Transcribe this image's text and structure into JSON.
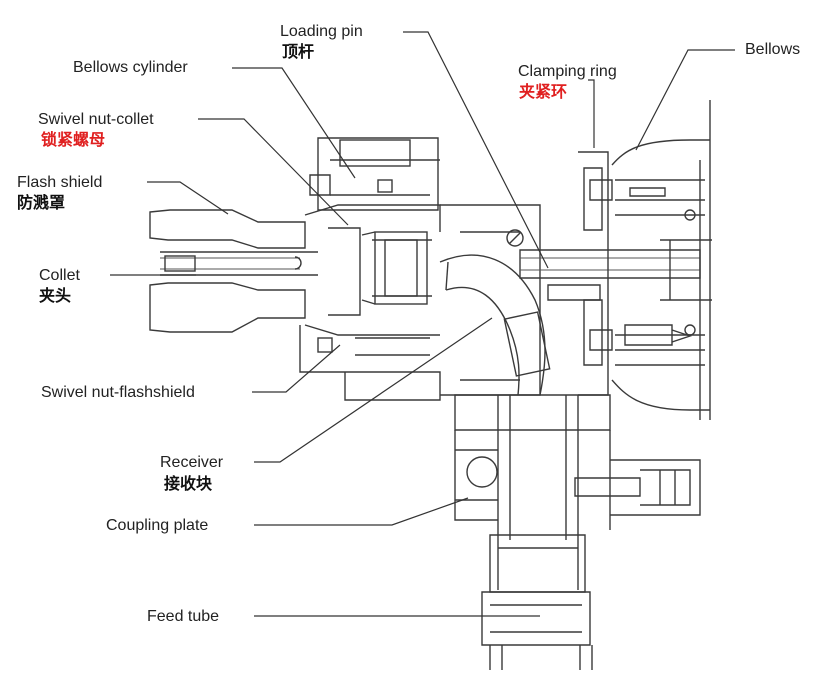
{
  "colors": {
    "cn_black": "#111111",
    "cn_red": "#e02020"
  },
  "labels": {
    "loading_pin": {
      "en": "Loading pin",
      "cn": "顶杆"
    },
    "bellows_cylinder": {
      "en": "Bellows cylinder"
    },
    "clamping_ring": {
      "en": "Clamping ring",
      "cn": "夹紧环"
    },
    "bellows": {
      "en": "Bellows"
    },
    "swivel_nut_collet": {
      "en": "Swivel nut-collet",
      "cn": "锁紧螺母"
    },
    "flash_shield": {
      "en": "Flash shield",
      "cn": "防溅罩"
    },
    "collet": {
      "en": "Collet",
      "cn": "夹头"
    },
    "swivel_nut_flashshield": {
      "en": "Swivel nut-flashshield"
    },
    "receiver": {
      "en": "Receiver",
      "cn": "接收块"
    },
    "coupling_plate": {
      "en": "Coupling plate"
    },
    "feed_tube": {
      "en": "Feed tube"
    }
  }
}
